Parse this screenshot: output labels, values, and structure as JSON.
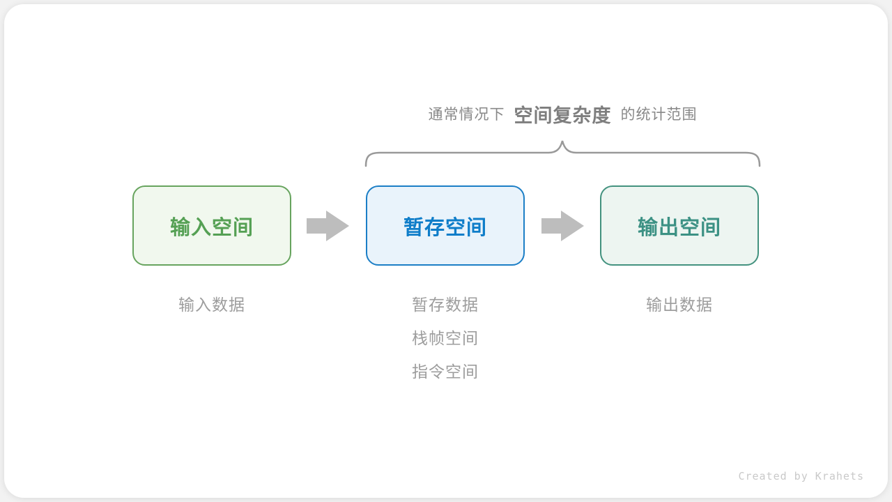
{
  "title": {
    "prefix": "通常情况下",
    "highlight": "空间复杂度",
    "suffix": "的统计范围"
  },
  "boxes": [
    {
      "id": "input-space",
      "label": "输入空间",
      "text_color": "#55a054",
      "border_color": "#67a45e",
      "bg_color": "#f1f8ee",
      "notes": [
        "输入数据"
      ]
    },
    {
      "id": "temp-space",
      "label": "暂存空间",
      "text_color": "#0e7dc9",
      "border_color": "#1b7ec6",
      "bg_color": "#e9f3fb",
      "notes": [
        "暂存数据",
        "栈帧空间",
        "指令空间"
      ]
    },
    {
      "id": "output-space",
      "label": "输出空间",
      "text_color": "#3c9184",
      "border_color": "#43927f",
      "bg_color": "#edf5f1",
      "notes": [
        "输出数据"
      ]
    }
  ],
  "colors": {
    "arrow": "#bdbdbd",
    "brace": "#999999",
    "title_text": "#888888",
    "note_text": "#9d9d9d",
    "credit_text": "#c9c9c9",
    "card_bg": "#ffffff"
  },
  "credit": "Created by Krahets"
}
